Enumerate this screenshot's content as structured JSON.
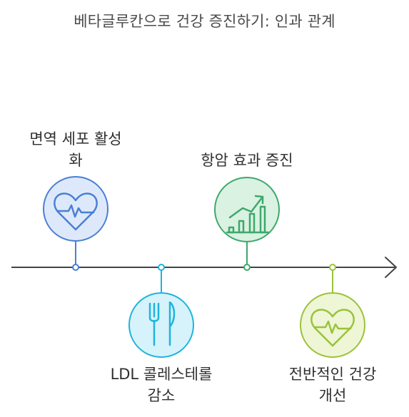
{
  "title": "베타글루칸으로 건강 증진하기: 인과 관계",
  "milestones": [
    {
      "label": "면역 세포 활성\n화",
      "icon": "heart-pulse-icon",
      "color": "#4a7fd4",
      "fill": "#dde9fb"
    },
    {
      "label": "LDL 콜레스테롤\n감소",
      "icon": "fork-knife-icon",
      "color": "#1fb3dd",
      "fill": "#d6f3fb"
    },
    {
      "label": "항암 효과 증진",
      "icon": "growth-chart-icon",
      "color": "#3ea86b",
      "fill": "#daf2e2"
    },
    {
      "label": "전반적인 건강\n개선",
      "icon": "heart-pulse-icon",
      "color": "#9bc23a",
      "fill": "#eef6d6"
    }
  ]
}
